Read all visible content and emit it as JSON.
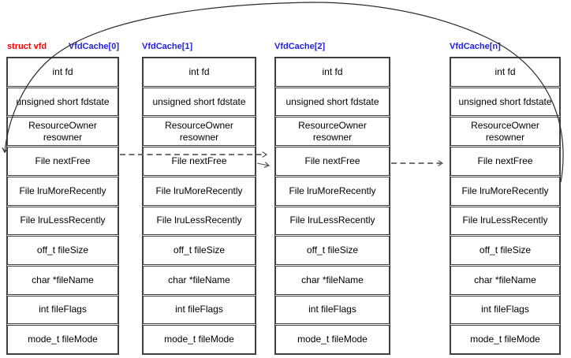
{
  "labels": {
    "struct": "struct vfd"
  },
  "columns": [
    {
      "header": "VfdCache[0]"
    },
    {
      "header": "VfdCache[1]"
    },
    {
      "header": "VfdCache[2]"
    },
    {
      "header": "VfdCache[n]"
    }
  ],
  "fields": [
    "int fd",
    "unsigned short fdstate",
    "ResourceOwner resowner",
    "File nextFree",
    "File lruMoreRecently",
    "File lruLessRecently",
    "off_t fileSize",
    "char *fileName",
    "int fileFlags",
    "mode_t fileMode"
  ],
  "arrows": [
    {
      "name": "wrap-around-curve",
      "style": "solid-curve",
      "from": "VfdCache[n] File nextFree",
      "to": "VfdCache[0] File nextFree"
    },
    {
      "name": "dashed-next-free-0-to-2",
      "style": "dashed",
      "from": "VfdCache[0] File nextFree",
      "to": "VfdCache[2] File nextFree"
    },
    {
      "name": "solid-next-free-1-to-2",
      "style": "solid",
      "from": "VfdCache[1] File nextFree",
      "to": "VfdCache[2] File nextFree"
    },
    {
      "name": "dashed-next-free-2-to-n",
      "style": "dashed",
      "from": "VfdCache[2] File nextFree",
      "to": "VfdCache[n] File nextFree"
    }
  ],
  "colors": {
    "header_blue": "#2222DE",
    "struct_red": "#FF0000",
    "table_border": "#3F3F3F",
    "arrow_gray": "#5F5F5F",
    "curve_black": "#2B2B2B"
  }
}
